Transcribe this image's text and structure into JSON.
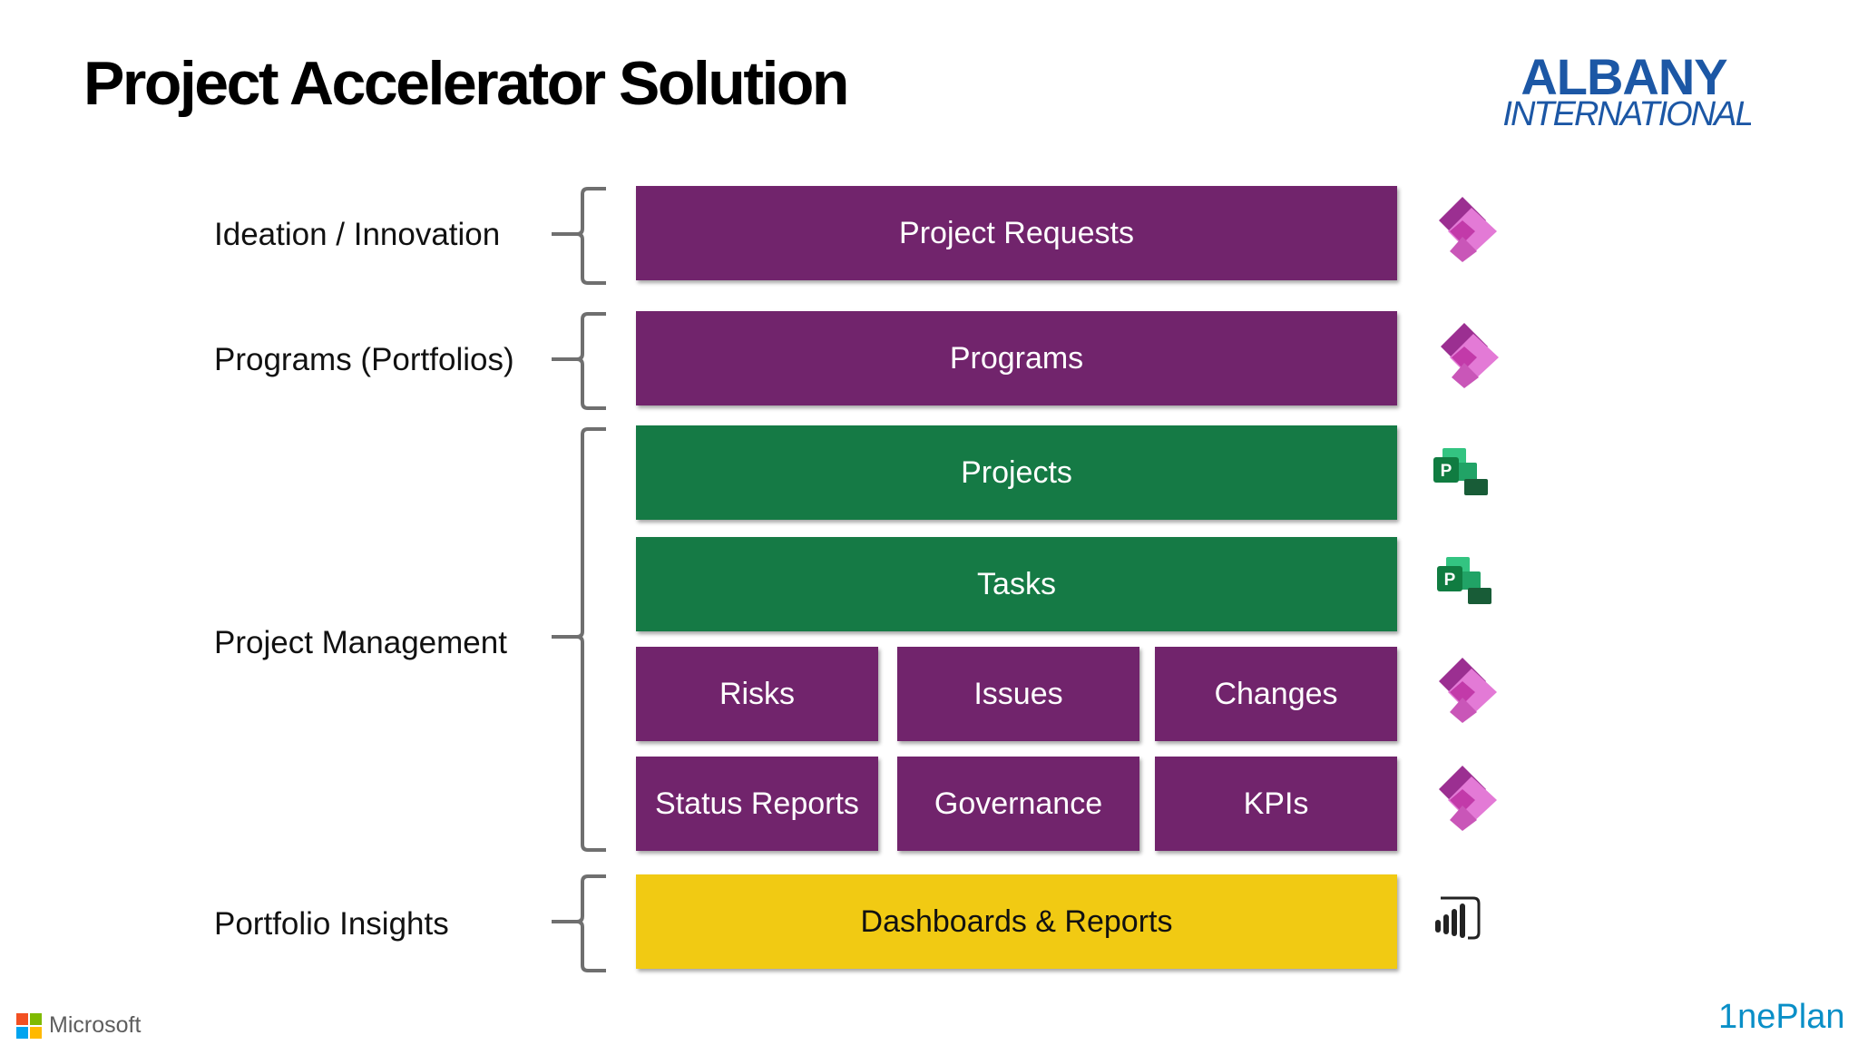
{
  "slide": {
    "title": "Project Accelerator Solution"
  },
  "logos": {
    "albany_line1": "ALBANY",
    "albany_line2": "INTERNATIONAL",
    "microsoft": "Microsoft",
    "oneplan": "1nePlan"
  },
  "rows": {
    "ideation": {
      "label": "Ideation / Innovation"
    },
    "programs": {
      "label": "Programs (Portfolios)"
    },
    "project_management": {
      "label": "Project Management"
    },
    "portfolio_insights": {
      "label": "Portfolio Insights"
    }
  },
  "boxes": {
    "project_requests": "Project Requests",
    "programs": "Programs",
    "projects": "Projects",
    "tasks": "Tasks",
    "risks": "Risks",
    "issues": "Issues",
    "changes": "Changes",
    "status_reports": "Status Reports",
    "governance": "Governance",
    "kpis": "KPIs",
    "dashboards_reports": "Dashboards & Reports"
  },
  "icons": {
    "row_ideation": "power-apps-icon",
    "row_programs": "power-apps-icon",
    "row_projects": "microsoft-project-icon",
    "row_tasks": "microsoft-project-icon",
    "row_risks": "power-apps-icon",
    "row_status": "power-apps-icon",
    "row_dashboards": "power-bi-icon",
    "project_icon_letter": "P"
  },
  "colors": {
    "purple": "#71246c",
    "green": "#157a45",
    "yellow": "#f1ca13",
    "albany_blue": "#1c57a5",
    "oneplan_blue": "#0a8fc7"
  }
}
